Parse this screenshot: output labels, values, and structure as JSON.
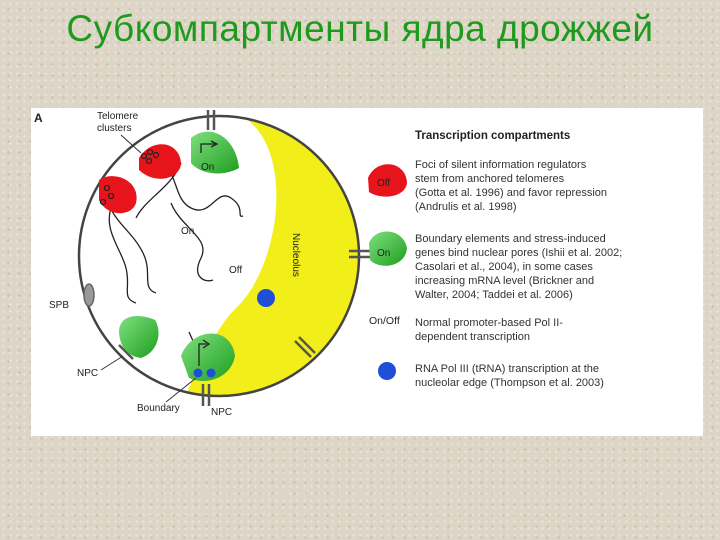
{
  "slide": {
    "title": "Субкомпартменты ядра дрожжей"
  },
  "diagram": {
    "panel_label": "A",
    "labels": {
      "telomere_line1": "Telomere",
      "telomere_line2": "clusters",
      "on_top": "On",
      "on_mid": "On",
      "off_mid": "Off",
      "nucleolus": "Nucleolus",
      "spb": "SPB",
      "npc_left": "NPC",
      "npc_bottom": "NPC",
      "boundary": "Boundary"
    },
    "legend": {
      "title": "Transcription compartments",
      "items": [
        {
          "marker": "Off",
          "lines": [
            "Foci of silent information regulators",
            "stem from anchored telomeres",
            "(Gotta et al. 1996) and favor repression",
            "(Andrulis et al. 1998)"
          ]
        },
        {
          "marker": "On",
          "lines": [
            "Boundary elements and stress-induced",
            "genes bind nuclear pores (Ishii et al. 2002;",
            "Casolari et al., 2004), in some cases",
            "increasing mRNA level (Brickner and",
            "Walter, 2004; Taddei et al. 2006)"
          ]
        },
        {
          "marker": "On/Off",
          "lines": [
            "Normal promoter-based Pol II-",
            "dependent transcription"
          ]
        },
        {
          "marker": "",
          "lines": [
            "RNA Pol III (tRNA) transcription at the",
            "nucleolar edge (Thompson et al. 2003)"
          ]
        }
      ]
    },
    "colors": {
      "title": "#1f9a1f",
      "silent_foci": "#e8141c",
      "pore_green": "#2fb52f",
      "nucleolus": "#f2ee1a",
      "pol3_blue": "#1e4fd6"
    }
  }
}
